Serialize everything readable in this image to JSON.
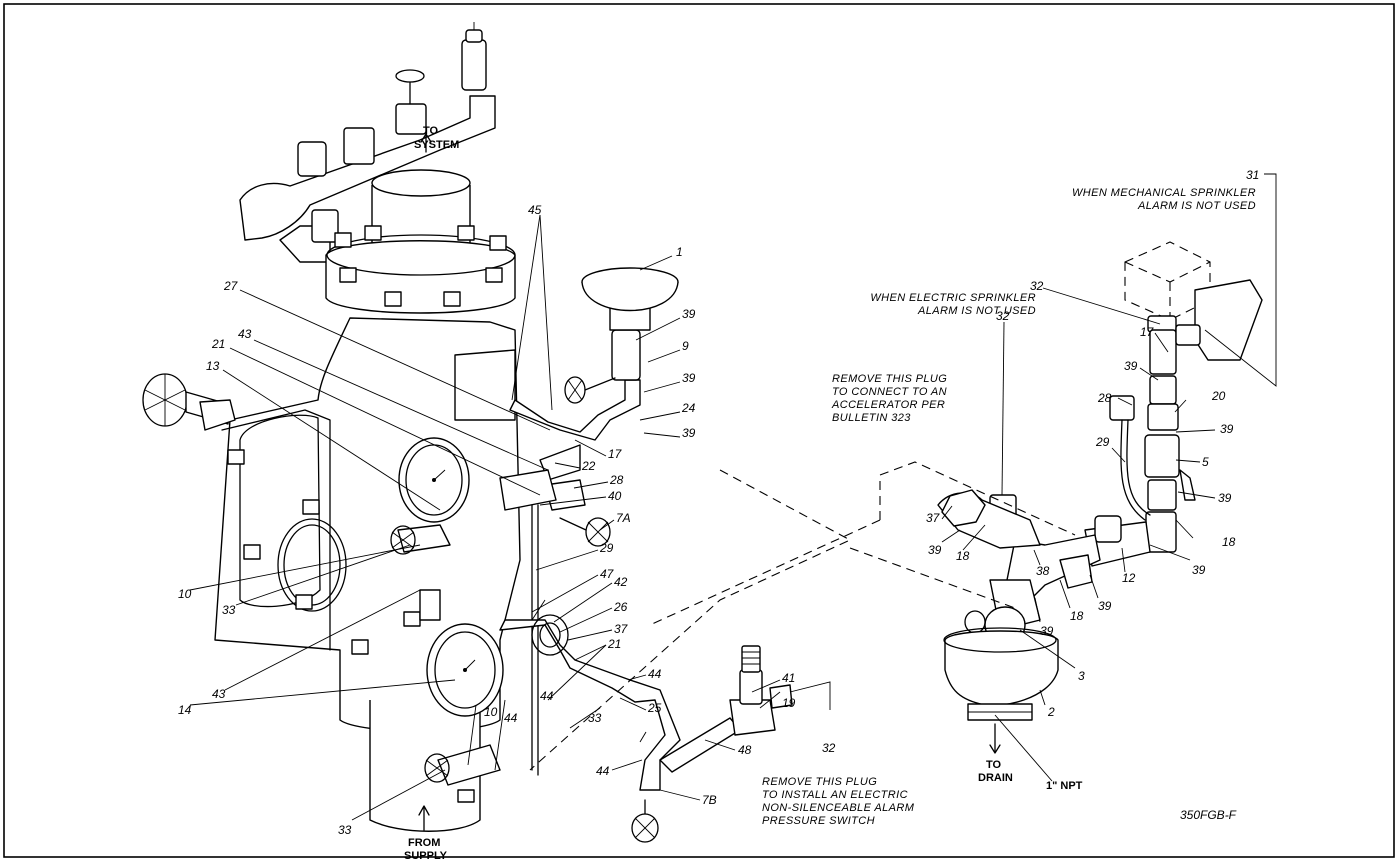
{
  "drawing_id": "350FGB-F",
  "flow_labels": {
    "to_system": [
      "TO",
      "SYSTEM"
    ],
    "from_supply": [
      "FROM",
      "SUPPLY"
    ],
    "to_drain": [
      "TO",
      "DRAIN"
    ],
    "npt": "1\" NPT"
  },
  "notes": {
    "n31": [
      "WHEN MECHANICAL SPRINKLER",
      "ALARM IS NOT USED"
    ],
    "n32_top": [
      "WHEN ELECTRIC SPRINKLER",
      "ALARM IS NOT USED"
    ],
    "accelerator": [
      "REMOVE THIS PLUG",
      "TO CONNECT TO AN",
      "ACCELERATOR PER",
      "BULLETIN 323"
    ],
    "pressure_switch": [
      "REMOVE THIS PLUG",
      "TO INSTALL AN ELECTRIC",
      "NON-SILENCEABLE ALARM",
      "PRESSURE SWITCH"
    ]
  },
  "callouts": {
    "c1": "1",
    "c45": "45",
    "c27": "27",
    "c43a": "43",
    "c21a": "21",
    "c13": "13",
    "c39a": "39",
    "c9": "9",
    "c39b": "39",
    "c24": "24",
    "c39c": "39",
    "c17a": "17",
    "c22": "22",
    "c28a": "28",
    "c40": "40",
    "c7a": "7A",
    "c29a": "29",
    "c47": "47",
    "c42": "42",
    "c26": "26",
    "c37a": "37",
    "c21b": "21",
    "c44a": "44",
    "c44b": "44",
    "c33a": "33",
    "c25": "25",
    "c44c": "44",
    "c44d": "44",
    "c7b": "7B",
    "c48": "48",
    "c19": "19",
    "c41": "41",
    "c32b": "32",
    "c10a": "10",
    "c33b": "33",
    "c43b": "43",
    "c14": "14",
    "c10b": "10",
    "c33c": "33",
    "c31": "31",
    "c32a": "32",
    "c17b": "17",
    "c39d": "39",
    "c28b": "28",
    "c20": "20",
    "c39e": "39",
    "c29b": "29",
    "c5": "5",
    "c39f": "39",
    "c32c": "32",
    "c37b": "37",
    "c39g": "39",
    "c18a": "18",
    "c38": "38",
    "c12": "12",
    "c18b": "18",
    "c39h": "39",
    "c39i": "39",
    "c18c": "18",
    "c39j": "39",
    "c3": "3",
    "c2": "2"
  }
}
